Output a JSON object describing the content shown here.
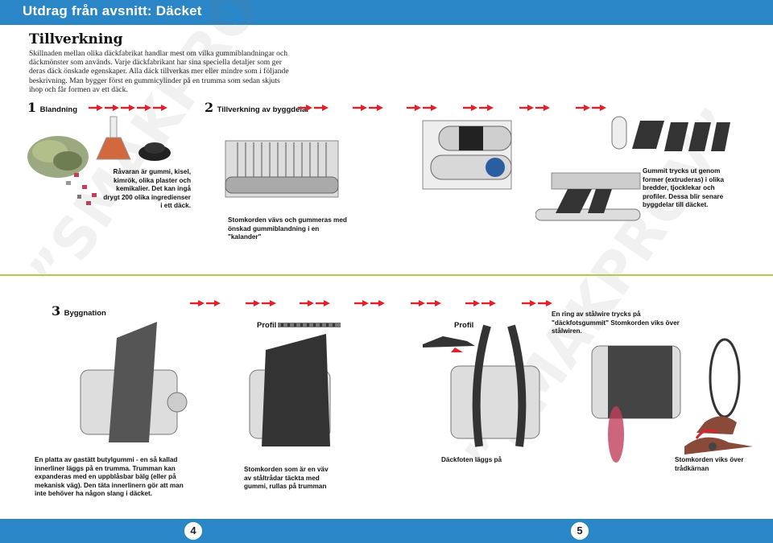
{
  "header": {
    "title": "Utdrag från avsnitt: Däcket"
  },
  "intro": {
    "heading": "Tillverkning",
    "text": "Skillnaden mellan olika däckfabrikat handlar mest om vilka gummiblandningar och däckmönster som används. Varje däckfabrikant har sina speciella detaljer som ger deras däck önskade egenskaper. Alla däck tillverkas mer eller mindre som i följande beskrivning. Man bygger först en gummicylinder på en trumma som sedan skjuts ihop och får formen av ett däck."
  },
  "steps": {
    "s1": {
      "num": "1",
      "label": "Blandning",
      "caption": "Råvaran är gummi, kisel, kimrök, olika plaster och kemikalier. Det kan ingå drygt 200 olika ingredienser i ett däck."
    },
    "s2": {
      "num": "2",
      "label": "Tillverkning av byggdelar",
      "caption_calander": "Stomkorden vävs och gummeras med önskad gummiblandning i en \"kalander\"",
      "caption_extrude": "Gummit trycks ut genom former (extruderas) i olika bredder, tjocklekar och profiler. Dessa blir senare byggdelar till däcket."
    },
    "s3": {
      "num": "3",
      "label": "Byggnation",
      "caption_inner": "En platta av gastätt butylgummi - en så kallad innerliner läggs på en trumma. Trumman kan expanderas med en uppblåsbar bälg (eller på mekanisk väg). Den täta innerlinern gör att man inte behöver ha någon slang i däcket.",
      "profil_1": "Profil",
      "profil_2": "Profil",
      "caption_cord": "Stomkorden som är en väv av ståltrådar täckta med gummi, rullas på trumman",
      "caption_bead": "Däckfoten läggs på",
      "caption_ring": "En ring av stålwire trycks på \"däckfotsgummit\" Stomkorden viks över stålwiren.",
      "caption_fold": "Stomkorden viks över trådkärnan"
    }
  },
  "footer": {
    "page_left": "4",
    "page_right": "5"
  },
  "colors": {
    "bar": "#2a86c6",
    "divider": "#b6c94a",
    "arrow": "#e0202a"
  }
}
